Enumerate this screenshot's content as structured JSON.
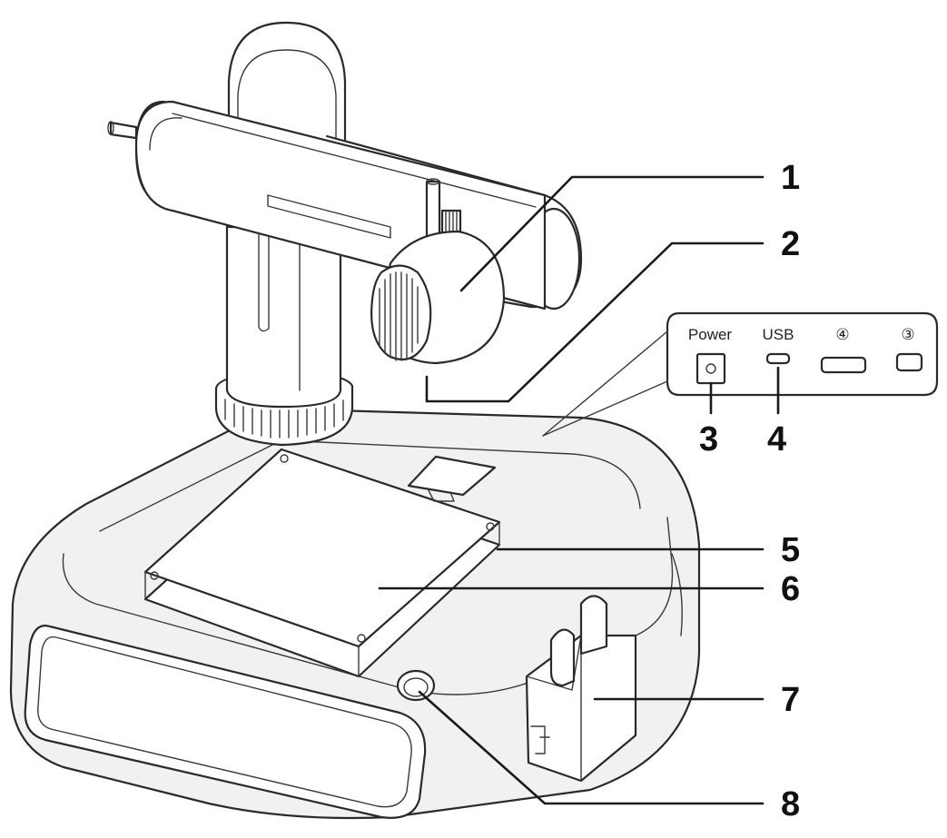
{
  "callouts": [
    {
      "number": "1"
    },
    {
      "number": "2"
    },
    {
      "number": "3"
    },
    {
      "number": "4"
    },
    {
      "number": "5"
    },
    {
      "number": "6"
    },
    {
      "number": "7"
    },
    {
      "number": "8"
    }
  ],
  "port_panel": {
    "power": "Power",
    "usb": "USB",
    "port_a": "④",
    "port_b": "③"
  },
  "colors": {
    "line": "#2a2a2a",
    "background": "#ffffff"
  }
}
